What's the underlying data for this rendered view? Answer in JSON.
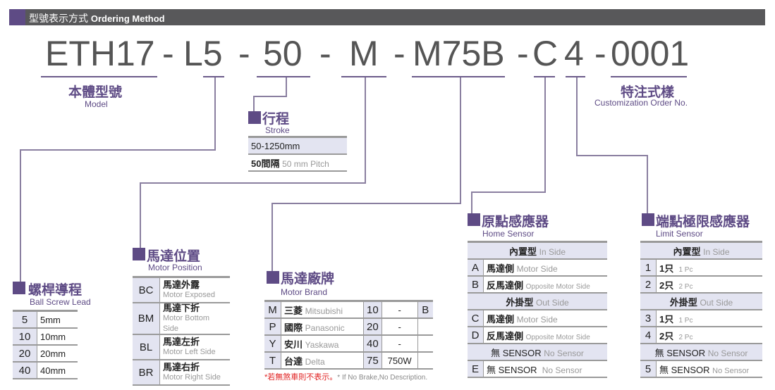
{
  "header": {
    "title_zh": "型號表示方式",
    "title_en": "Ordering Method"
  },
  "code": [
    "ETH17",
    "-",
    "L5",
    "-",
    "50",
    "-",
    "M",
    "-",
    "M75B",
    "-",
    "C",
    "4",
    "-",
    "0001"
  ],
  "model": {
    "zh": "本體型號",
    "en": "Model"
  },
  "custom": {
    "zh": "特注式樣",
    "en": "Customization Order No."
  },
  "stroke": {
    "zh": "行程",
    "en": "Stroke",
    "range": "50-1250mm",
    "pitch_zh": "50間隔",
    "pitch_en": "50 mm Pitch"
  },
  "lead": {
    "zh": "螺桿導程",
    "en": "Ball Screw Lead",
    "rows": [
      [
        "5",
        "5mm"
      ],
      [
        "10",
        "10mm"
      ],
      [
        "20",
        "20mm"
      ],
      [
        "40",
        "40mm"
      ]
    ]
  },
  "position": {
    "zh": "馬達位置",
    "en": "Motor Position",
    "rows": [
      [
        "BC",
        "馬達外露",
        "Motor Exposed"
      ],
      [
        "BM",
        "馬達下折",
        "Motor Bottom Side"
      ],
      [
        "BL",
        "馬達左折",
        "Motor Left Side"
      ],
      [
        "BR",
        "馬達右折",
        "Motor Right Side"
      ]
    ]
  },
  "brand": {
    "zh": "馬達廠牌",
    "en": "Motor Brand",
    "rows": [
      [
        "M",
        "三菱",
        "Mitsubishi",
        "10",
        "-",
        "B"
      ],
      [
        "P",
        "國際",
        "Panasonic",
        "20",
        "-",
        ""
      ],
      [
        "Y",
        "安川",
        "Yaskawa",
        "40",
        "-",
        ""
      ],
      [
        "T",
        "台達",
        "Delta",
        "75",
        "750W",
        ""
      ]
    ],
    "note_zh": "*若無煞車則不表示。",
    "note_en": "* If No Brake,No Description."
  },
  "home": {
    "zh": "原點感應器",
    "en": "Home Sensor",
    "in_zh": "內置型",
    "in_en": "In Side",
    "out_zh": "外掛型",
    "out_en": "Out Side",
    "none_zh": "無 SENSOR",
    "none_en": "No Sensor",
    "rows": [
      [
        "A",
        "馬達側",
        "Motor Side"
      ],
      [
        "B",
        "反馬達側",
        "Opposite Motor Side"
      ],
      [
        "C",
        "馬達側",
        "Motor Side"
      ],
      [
        "D",
        "反馬達側",
        "Opposite Motor Side"
      ],
      [
        "E",
        "無 SENSOR",
        "No Sensor"
      ]
    ]
  },
  "limit": {
    "zh": "端點極限感應器",
    "en": "Limit Sensor",
    "in_zh": "內置型",
    "in_en": "In Side",
    "out_zh": "外掛型",
    "out_en": "Out Side",
    "none_zh": "無 SENSOR",
    "none_en": "No Sensor",
    "rows": [
      [
        "1",
        "1只",
        "1 Pc"
      ],
      [
        "2",
        "2只",
        "2 Pc"
      ],
      [
        "3",
        "1只",
        "1 Pc"
      ],
      [
        "4",
        "2只",
        "2 Pc"
      ],
      [
        "5",
        "無 SENSOR",
        "No Sensor"
      ]
    ]
  }
}
